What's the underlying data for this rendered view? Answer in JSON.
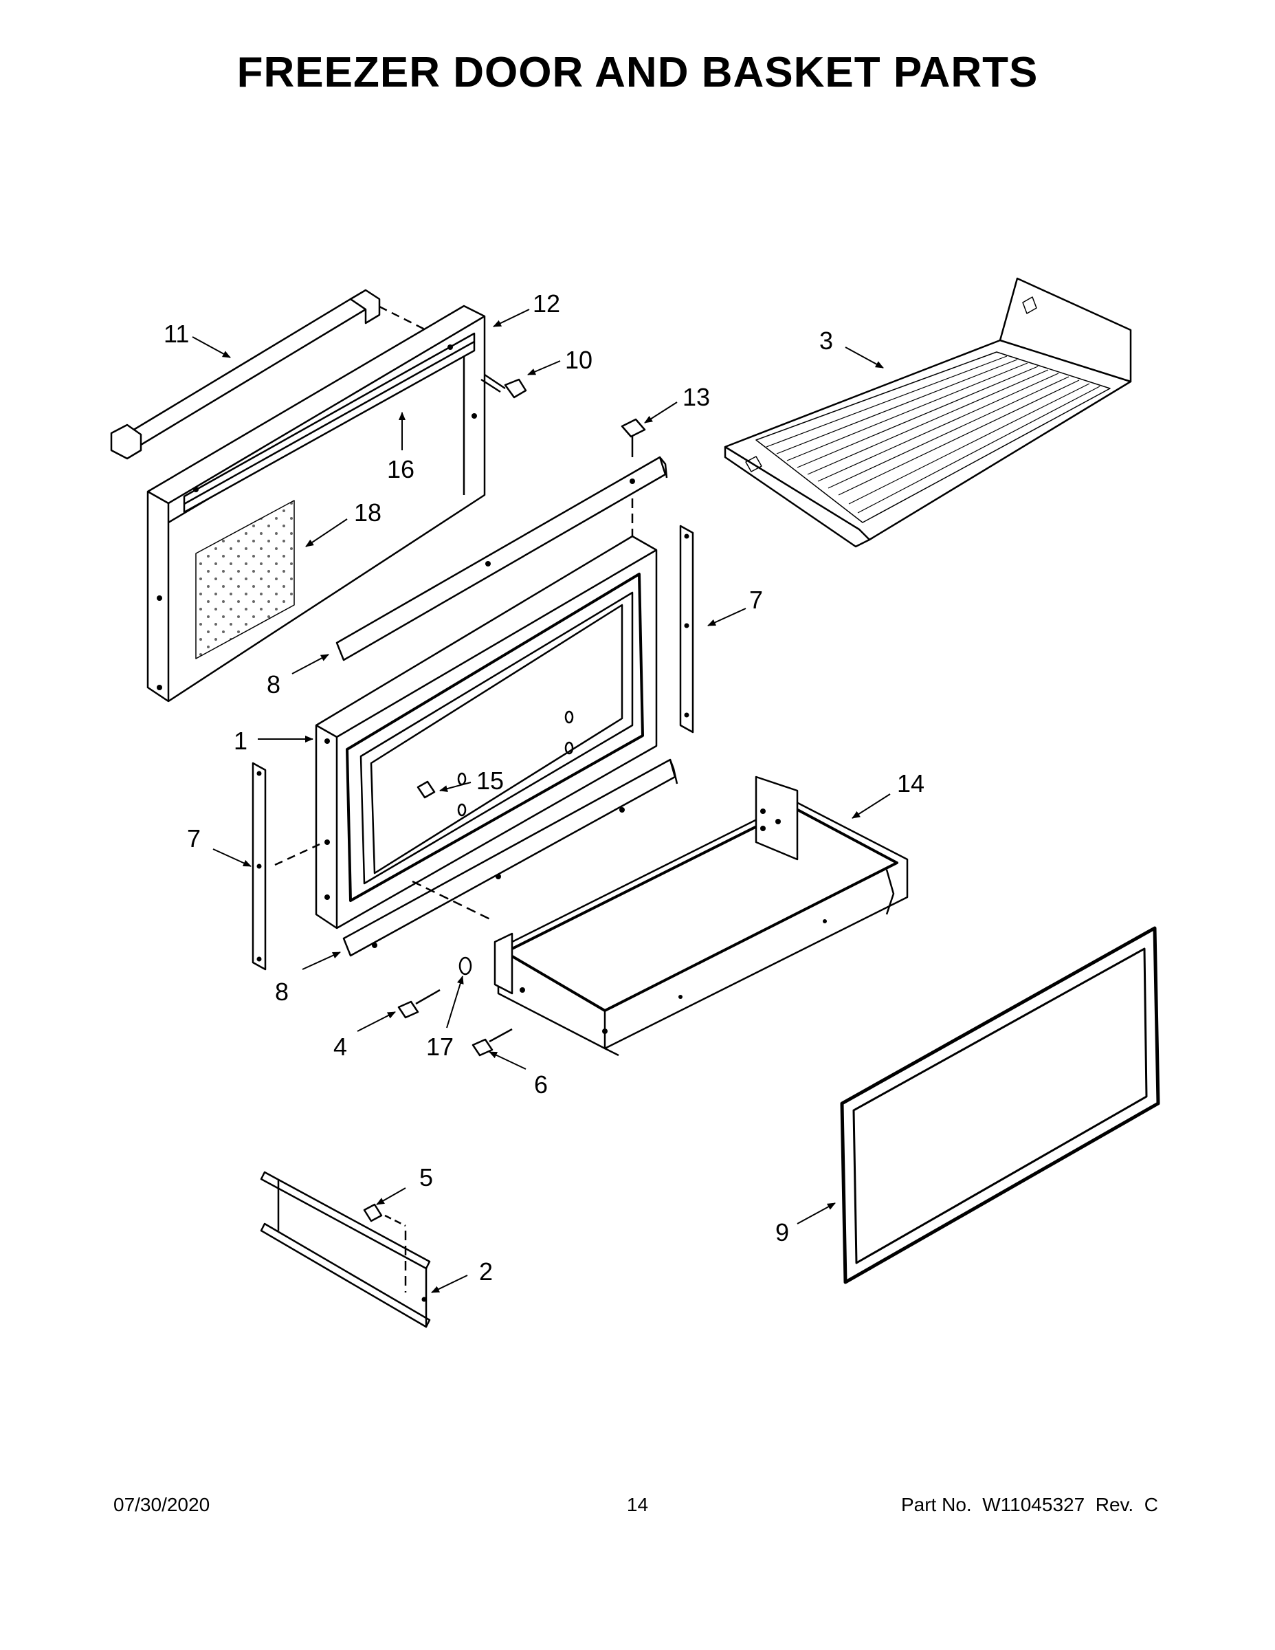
{
  "title": "FREEZER DOOR AND BASKET PARTS",
  "callouts": {
    "c1": "1",
    "c2": "2",
    "c3": "3",
    "c4": "4",
    "c5": "5",
    "c6": "6",
    "c7a": "7",
    "c7b": "7",
    "c8a": "8",
    "c8b": "8",
    "c9": "9",
    "c10": "10",
    "c11": "11",
    "c12": "12",
    "c13": "13",
    "c14": "14",
    "c15": "15",
    "c16": "16",
    "c17": "17",
    "c18": "18"
  },
  "footer": {
    "date": "07/30/2020",
    "page": "14",
    "part": "Part No.  W11045327  Rev.  C"
  }
}
